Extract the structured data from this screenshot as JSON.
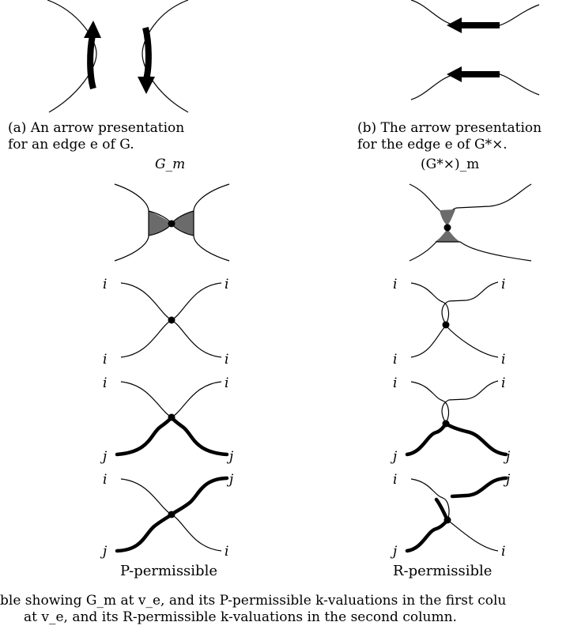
{
  "subcaption_a": {
    "line1": "(a) An arrow presentation",
    "line2": "for an edge e of G."
  },
  "subcaption_b": {
    "line1": "(b) The arrow presentation",
    "line2": "for the edge e of G*×."
  },
  "columns": {
    "left_title": "G_m",
    "right_title": "(G*×)_m",
    "left_bottom": "P-permissible",
    "right_bottom": "R-permissible"
  },
  "row_labels": {
    "row2": {
      "tl": "i",
      "tr": "i",
      "bl": "i",
      "br": "i"
    },
    "row3": {
      "tl": "i",
      "tr": "i",
      "bl": "j",
      "br": "j"
    },
    "row4": {
      "tl": "i",
      "tr": "j",
      "bl": "j",
      "br": "i"
    }
  },
  "caption": {
    "line1": "ble showing G_m at v_e, and its P-permissible k-valuations in the first colu",
    "line2": "at v_e, and its R-permissible k-valuations in the second column."
  },
  "colors": {
    "shade": "#6b6b6b",
    "ink": "#000000"
  }
}
